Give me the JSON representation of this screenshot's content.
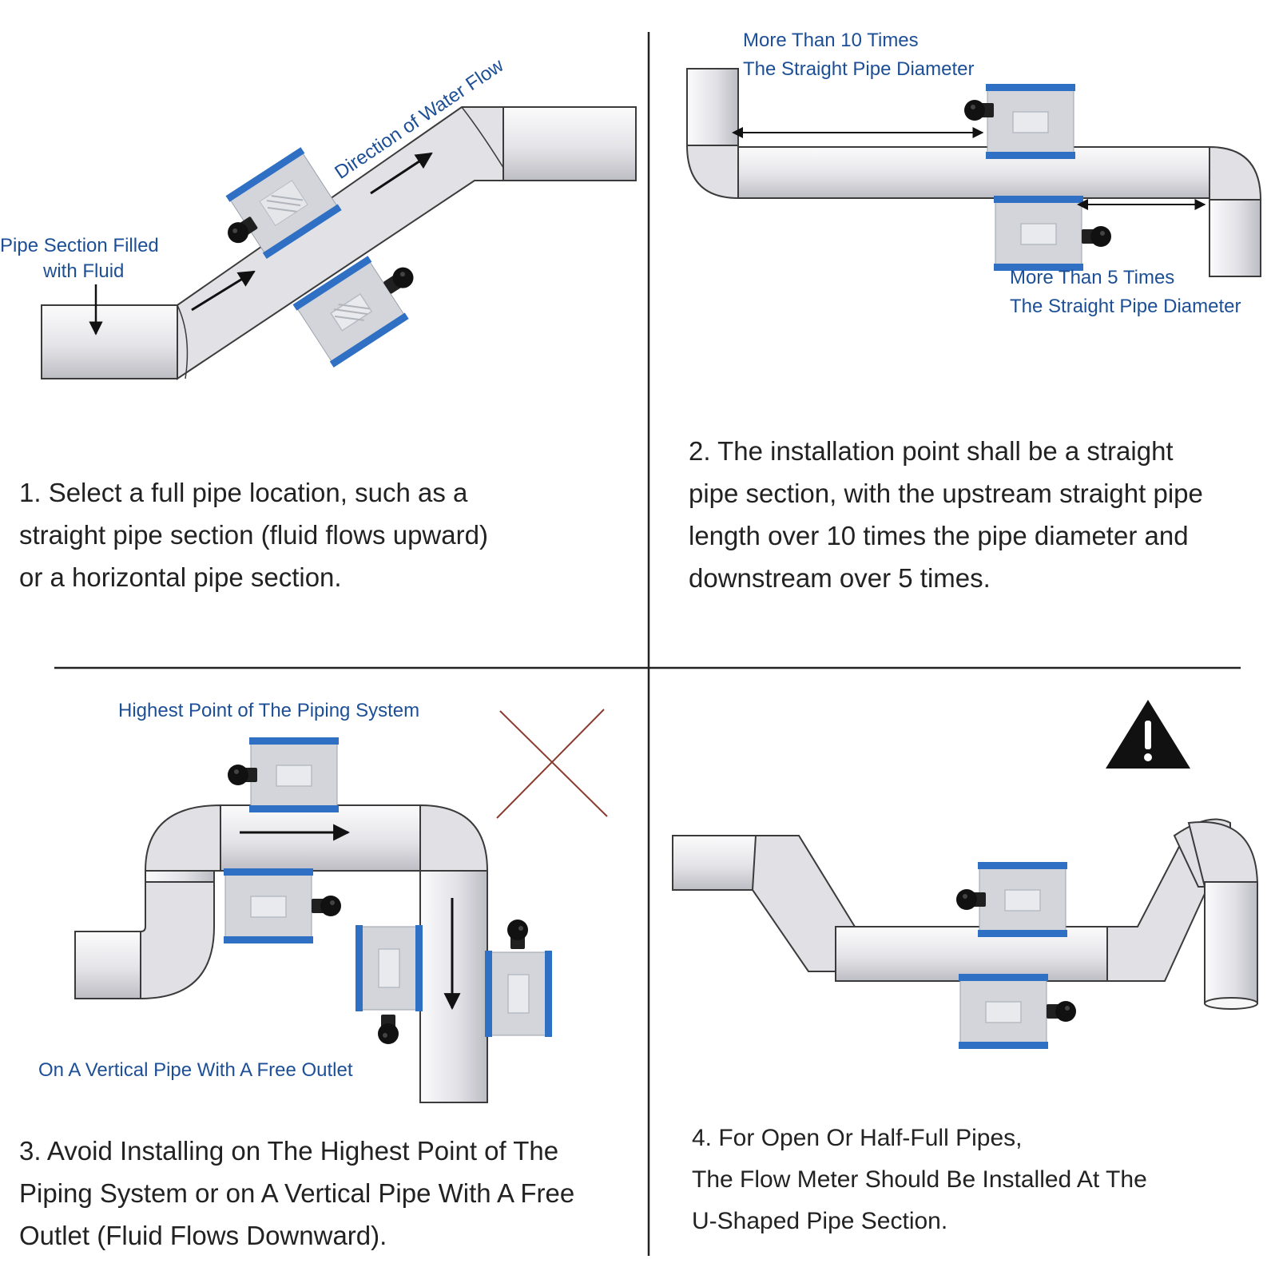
{
  "colors": {
    "label_blue": "#1c4f96",
    "caption_text": "#222222",
    "divider": "#222222",
    "pipe_fill": "#dedee2",
    "pipe_stroke": "#3b3b3b",
    "meter_body": "#d4d6da",
    "meter_band": "#2f6fc4",
    "gland": "#151515",
    "cross_mark": "#8a3a2e"
  },
  "panel1": {
    "flow_label": "Direction of Water Flow",
    "fill_label_line1": "Pipe Section Filled",
    "fill_label_line2": "with Fluid",
    "caption": [
      "1. Select a full pipe location, such as a",
      "straight pipe section (fluid flows upward)",
      "or a horizontal pipe section."
    ]
  },
  "panel2": {
    "upstream_label_line1": "More Than 10 Times",
    "upstream_label_line2": "The Straight Pipe Diameter",
    "downstream_label_line1": "More Than 5 Times",
    "downstream_label_line2": "The Straight Pipe Diameter",
    "caption": [
      "2. The installation point shall be a straight",
      "pipe section, with the upstream straight pipe",
      "length over 10 times the pipe diameter and",
      "downstream over 5 times."
    ]
  },
  "panel3": {
    "highest_point_label": "Highest Point of The Piping System",
    "vertical_pipe_label": "On A Vertical Pipe With A Free Outlet",
    "caption": [
      "3. Avoid Installing on The Highest Point of The",
      "Piping System or on A Vertical Pipe With A Free",
      "Outlet (Fluid Flows Downward)."
    ]
  },
  "panel4": {
    "warning_icon": "warning-triangle-icon",
    "caption": [
      "4. For Open Or Half-Full Pipes,",
      "The Flow Meter Should Be Installed At The",
      "U-Shaped Pipe Section."
    ]
  }
}
